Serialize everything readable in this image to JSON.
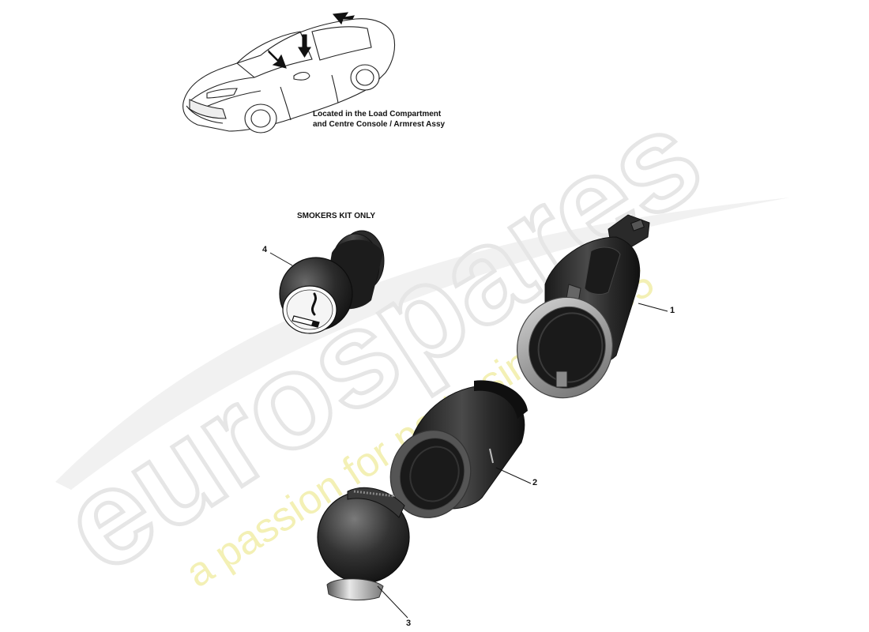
{
  "location_caption": {
    "line1": "Located in the Load Compartment",
    "line2": "and Centre Console / Armrest Assy"
  },
  "kit_note": "SMOKERS KIT ONLY",
  "parts": [
    {
      "callout": "1"
    },
    {
      "callout": "2"
    },
    {
      "callout": "3"
    },
    {
      "callout": "4"
    }
  ],
  "watermark": {
    "brand": "eurospares",
    "tagline": "a passion for parts since 1985",
    "brand_color": "#e6e6e6",
    "tagline_color": "#f3f0b5"
  },
  "colors": {
    "ink": "#111111",
    "part_dark": "#2b2b2b",
    "part_mid": "#555555",
    "part_light": "#9a9a9a"
  }
}
